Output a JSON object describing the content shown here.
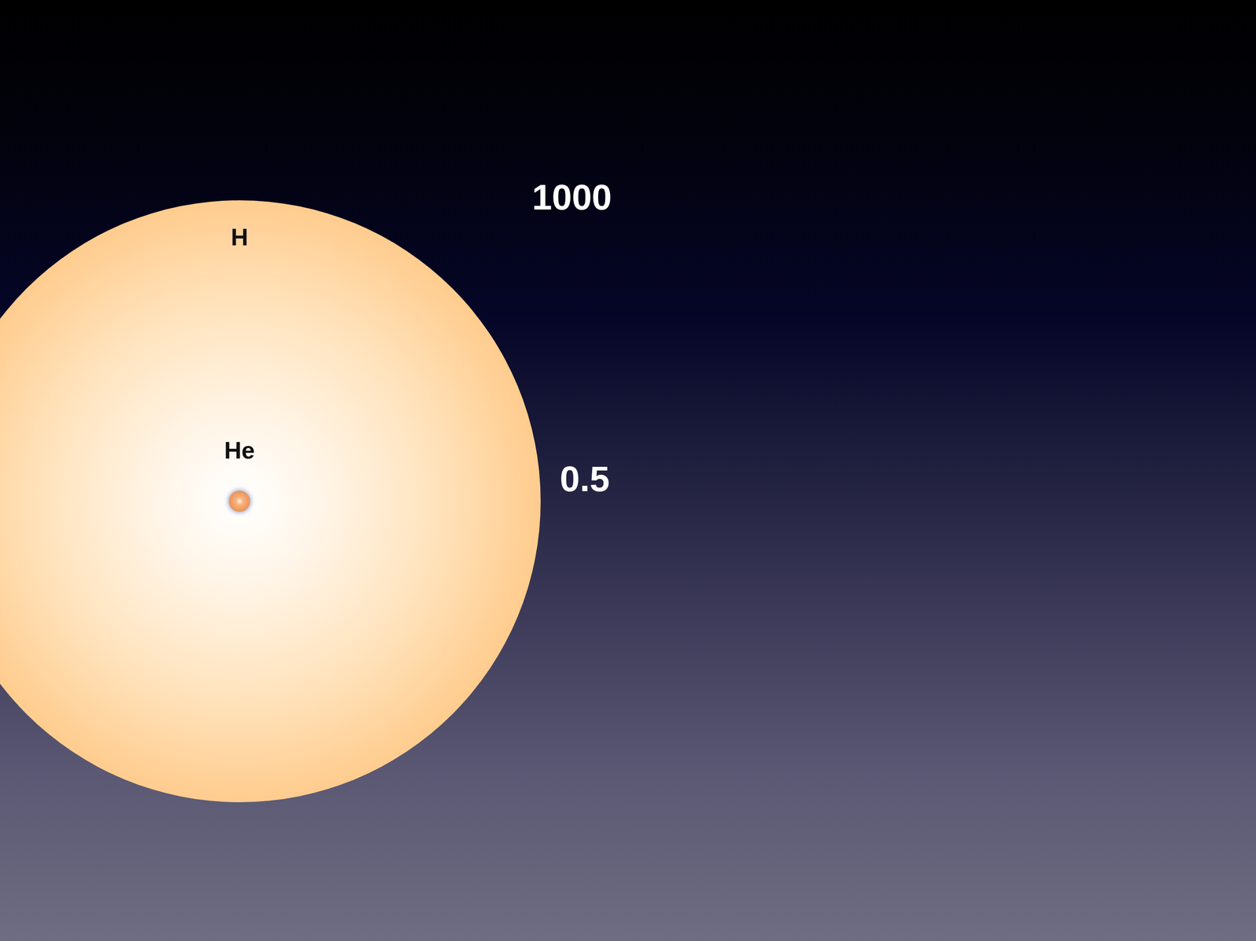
{
  "diagram": {
    "nodes": [
      {
        "text": [
          "H"
        ]
      },
      {
        "text": [
          "He"
        ],
        "in": 0
      }
    ],
    "labels": [
      "1000",
      "0.5"
    ]
  }
}
